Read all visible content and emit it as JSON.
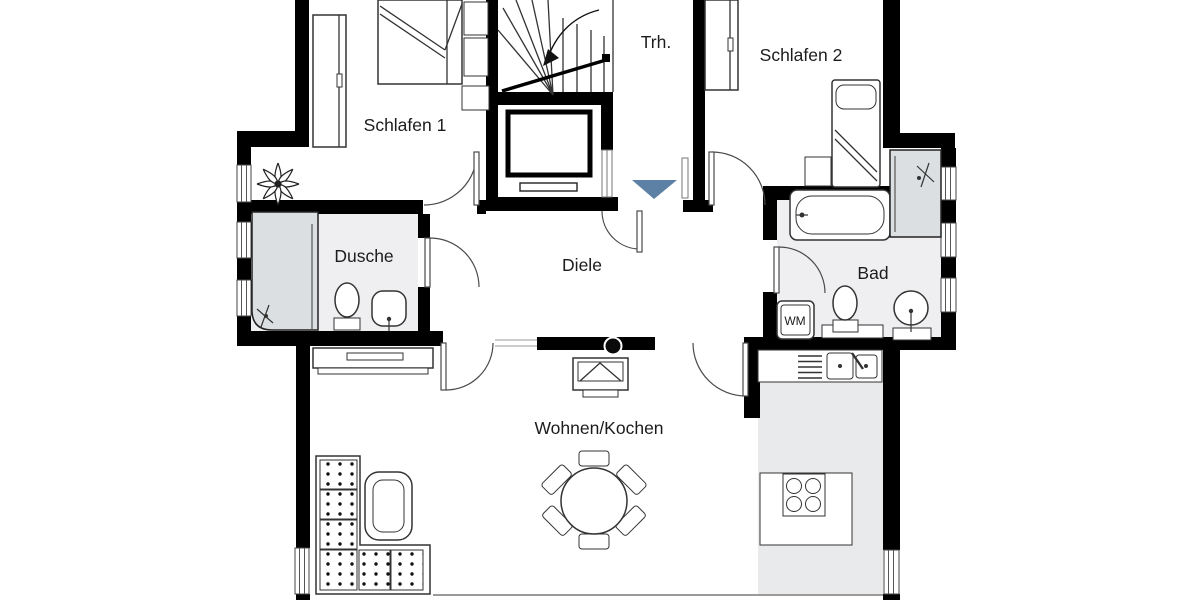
{
  "plan": {
    "type": "apartment-floor-plan",
    "rooms": [
      {
        "id": "schlafen1",
        "label": "Schlafen 1"
      },
      {
        "id": "treppenhaus",
        "label": "Trh."
      },
      {
        "id": "schlafen2",
        "label": "Schlafen 2"
      },
      {
        "id": "dusche",
        "label": "Dusche"
      },
      {
        "id": "diele",
        "label": "Diele"
      },
      {
        "id": "bad",
        "label": "Bad"
      },
      {
        "id": "wohnen_kochen",
        "label": "Wohnen/Kochen"
      }
    ],
    "appliances": {
      "washing_machine": "WM"
    },
    "icons": [
      "stairs-icon",
      "elevator-icon",
      "entrance-arrow-icon",
      "double-bed-icon",
      "single-bed-icon",
      "wardrobe-icon",
      "plant-icon",
      "shower-icon",
      "bathtub-icon",
      "toilet-icon",
      "sink-icon",
      "washing-machine-icon",
      "sofa-icon",
      "coffee-table-icon",
      "dining-table-icon",
      "sideboard-icon",
      "wood-stove-icon",
      "kitchen-sink-icon",
      "cooktop-icon",
      "window",
      "door-arc"
    ],
    "colors": {
      "wall": "#000000",
      "entrance_marker": "#5d80a5",
      "wet_room_floor": "#efeff1",
      "shower_tray": "#dcdfe1",
      "kitchen_counter": "#e9eaeb",
      "background": "#ffffff"
    }
  }
}
